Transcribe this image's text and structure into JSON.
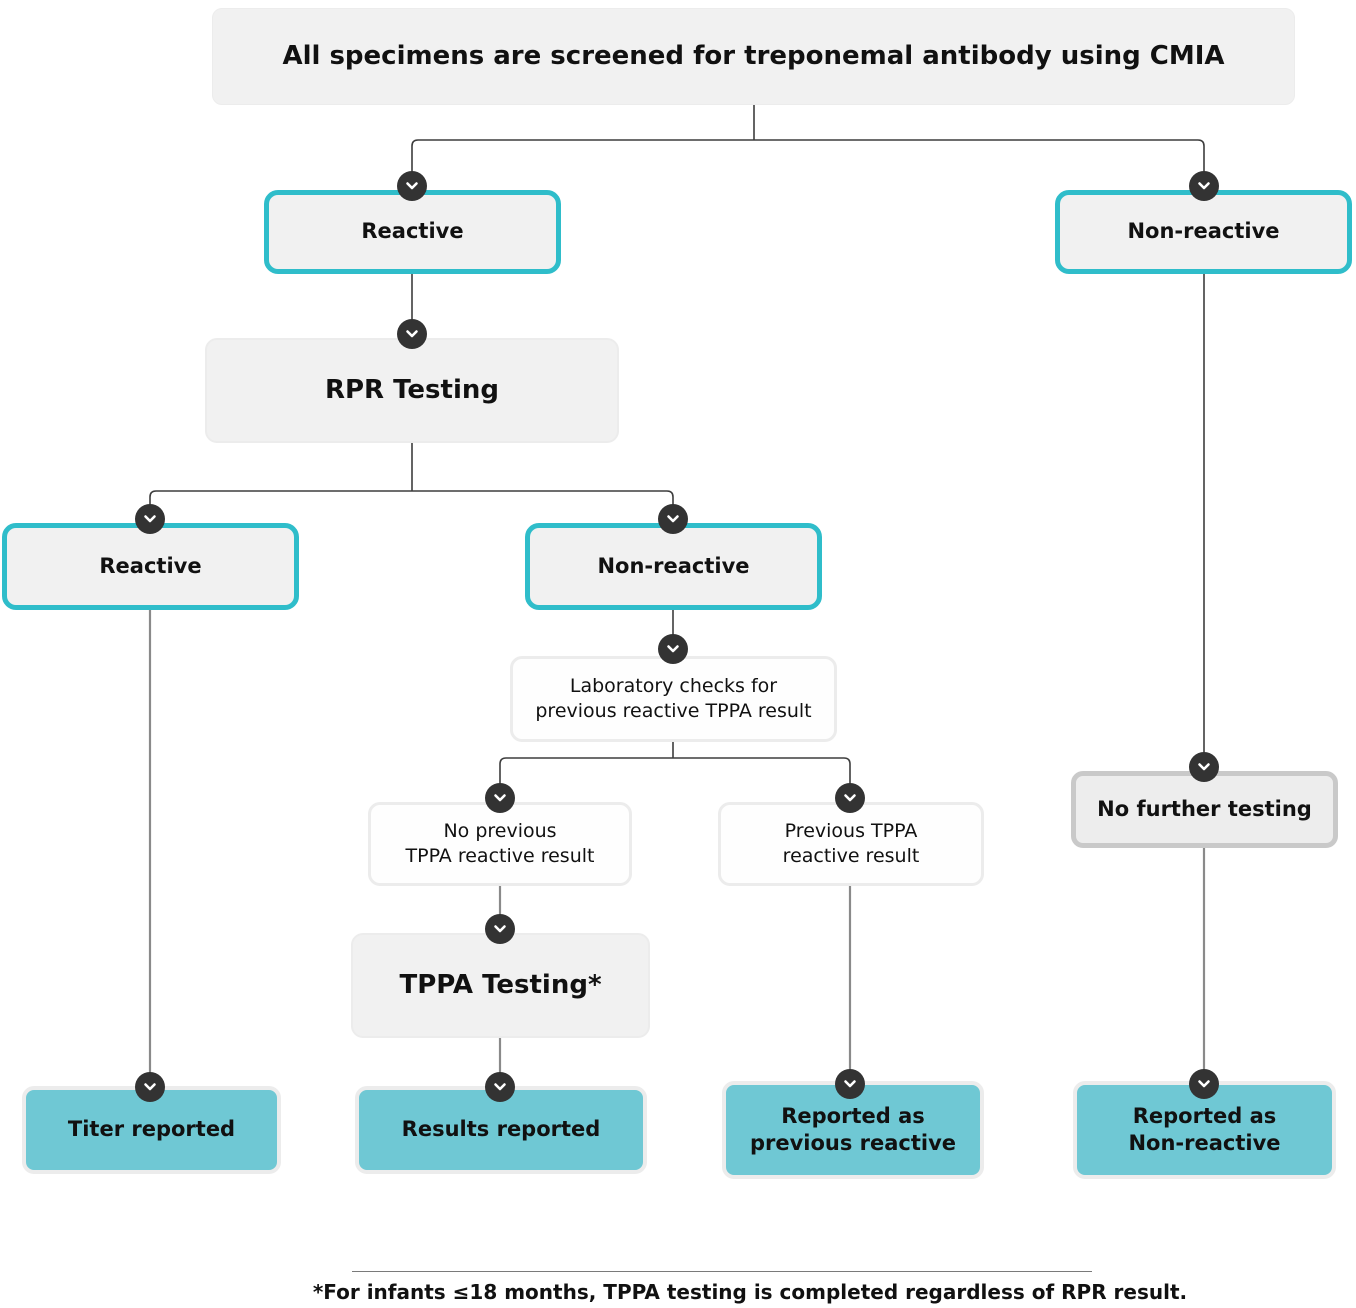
{
  "title": "Syphilis specimen screening flowchart",
  "colors": {
    "teal_border": "#2fbdca",
    "teal_fill": "#6fc8d4",
    "gray_fill": "#f1f1f1",
    "chevron_bg": "#333333",
    "line_dark": "#3d3d3d",
    "line_gray": "#8a8a8a"
  },
  "nodes": {
    "root": {
      "label": "All specimens are screened for treponemal antibody using CMIA"
    },
    "cmia_reactive": {
      "label": "Reactive"
    },
    "cmia_nonreactive": {
      "label": "Non-reactive"
    },
    "rpr_testing": {
      "label": "RPR Testing"
    },
    "rpr_reactive": {
      "label": "Reactive"
    },
    "rpr_nonreactive": {
      "label": "Non-reactive"
    },
    "lab_checks": {
      "label": "Laboratory checks for\nprevious reactive TPPA result"
    },
    "no_previous_tppa": {
      "label": "No previous\nTPPA reactive result"
    },
    "previous_tppa": {
      "label": "Previous TPPA\nreactive result"
    },
    "tppa_testing": {
      "label": "TPPA Testing*"
    },
    "no_further_testing": {
      "label": "No further testing"
    },
    "titer_reported": {
      "label": "Titer reported"
    },
    "results_reported": {
      "label": "Results reported"
    },
    "reported_previous_reactive": {
      "label": "Reported as\nprevious reactive"
    },
    "reported_nonreactive": {
      "label": "Reported as\nNon-reactive"
    }
  },
  "footnote": "*For infants ≤18 months, TPPA testing is completed regardless of RPR result."
}
